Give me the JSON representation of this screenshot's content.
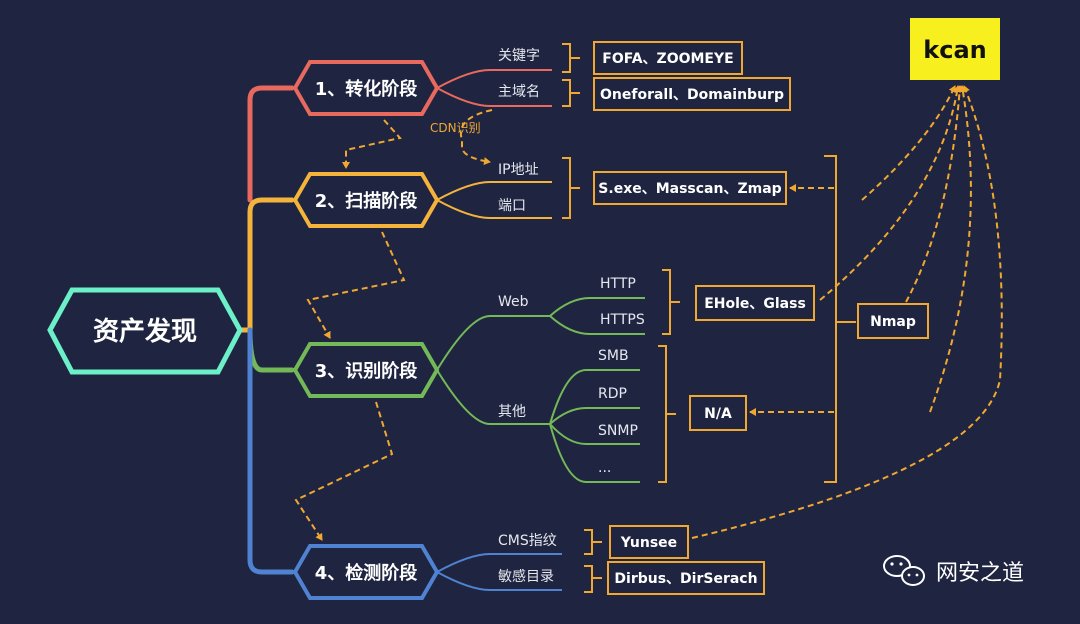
{
  "root": "资产发现",
  "stages": [
    {
      "label": "1、转化阶段",
      "color": "#e8695d"
    },
    {
      "label": "2、扫描阶段",
      "color": "#f4b43c"
    },
    {
      "label": "3、识别阶段",
      "color": "#74b957"
    },
    {
      "label": "4、检测阶段",
      "color": "#4f82d0"
    }
  ],
  "stage1": {
    "leaves": [
      "关键字",
      "主域名"
    ],
    "tools": [
      "FOFA、ZOOMEYE",
      "Oneforall、Domainburp"
    ],
    "cdn_note": "CDN识别"
  },
  "stage2": {
    "leaves": [
      "IP地址",
      "端口"
    ],
    "tool": "S.exe、Masscan、Zmap"
  },
  "stage3": {
    "web": {
      "label": "Web",
      "children": [
        "HTTP",
        "HTTPS"
      ],
      "tool": "EHole、Glass"
    },
    "other": {
      "label": "其他",
      "children": [
        "SMB",
        "RDP",
        "SNMP",
        "..."
      ],
      "tool": "N/A"
    }
  },
  "stage4": {
    "leaves": [
      "CMS指纹",
      "敏感目录"
    ],
    "tools": [
      "Yunsee",
      "Dirbus、DirSerach"
    ]
  },
  "nmap": "Nmap",
  "kcan": "kcan",
  "watermark": "网安之道",
  "colors": {
    "background": "#1f2440",
    "accent": "#f0a830",
    "root_border": "#6cf0c8",
    "kcan_bg": "#f7f01e"
  }
}
